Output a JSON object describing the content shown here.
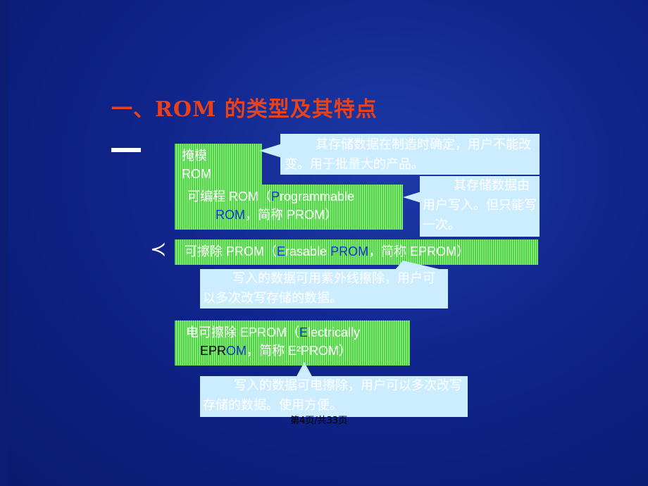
{
  "title": "一、ROM 的类型及其特点",
  "brace_symbol": "≺",
  "boxes": {
    "mask_rom": {
      "line1": "掩模",
      "line2": "ROM"
    },
    "prom": {
      "l1a": "可编程 ROM（",
      "l1b": "P",
      "l1c": "rogrammable",
      "l2a": "ROM",
      "l2b": "，简称 PROM）"
    },
    "eprom": {
      "a": "可擦除 PROM（",
      "b": "E",
      "c": "rasable ",
      "d": "PROM",
      "e": "，简称 EPROM）"
    },
    "eeprom": {
      "l1a": "电可擦除 EPROM（",
      "l1b": "E",
      "l1c": "lectrically",
      "l2a": "EPR",
      "l2b": "OM",
      "l2c": "，简称 E²PROM）"
    }
  },
  "callouts": {
    "mask_rom": "其存储数据在制造时确定，用户不能改变。用于批量大的产品。",
    "prom": "其存储数据由用户写入。但只能写一次。",
    "eprom": "写入的数据可用紫外线擦除，用户可以多次改写存储的数据。",
    "eeprom": "写入的数据可电擦除，用户可以多次改写存储的数据。使用方便。"
  },
  "footer": "第4页/共33页",
  "colors": {
    "background": "#10248a",
    "title": "#e8421c",
    "box_green": "#4fd24a",
    "callout_bg": "#ccecff",
    "highlight_blue": "#1233c8"
  }
}
